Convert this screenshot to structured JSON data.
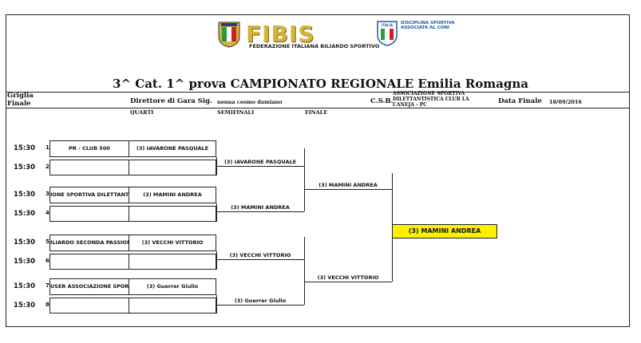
{
  "header": {
    "fibis_logo_text": "FIBIS",
    "fibis_subtitle": "FEDERAZIONE ITALIANA BILIARDO SPORTIVO",
    "coni_text": "DISCIPLINA SPORTIVA ASSOCIATA AL CONI",
    "coni_badge": "ITALIA",
    "title": "3^ Cat. 1^ prova CAMPIONATO REGIONALE  Emilia Romagna"
  },
  "info": {
    "griglia_label": "Griglia",
    "finale_label": "Finale",
    "direttore_label": "Direttore di Gara Sig.",
    "direttore_value": "nenna cosmo damiano",
    "csb_label": "C.S.B.",
    "csb_value": "ASSOCIAZIONE SPORTIVA DILETTANTISTICA CLUB LA CANEJA - PC",
    "data_finale_label": "Data Finale",
    "data_finale_value": "18/09/2016"
  },
  "columns": {
    "quarti": "QUARTI",
    "semifinali": "SEMIFINALI",
    "finale": "FINALE"
  },
  "slots": [
    {
      "time": "15:30",
      "num": "1",
      "club": "PR - CLUB 500",
      "player": "(3) IAVARONE PASQUALE"
    },
    {
      "time": "15:30",
      "num": "2",
      "club": "",
      "player": ""
    },
    {
      "time": "15:30",
      "num": "3",
      "club": "IONE SPORTIVA DILETTANTI",
      "player": "(3) MAMINI ANDREA"
    },
    {
      "time": "15:30",
      "num": "4",
      "club": "",
      "player": ""
    },
    {
      "time": "15:30",
      "num": "5",
      "club": "ILIARDO SECONDA PASSIONE",
      "player": "(3) VECCHI VITTORIO"
    },
    {
      "time": "15:30",
      "num": "6",
      "club": "",
      "player": ""
    },
    {
      "time": "15:30",
      "num": "7",
      "club": "USER ASSOCIAZIONE SPORTIV",
      "player": "(3) Guerrer Giulio"
    },
    {
      "time": "15:30",
      "num": "8",
      "club": "",
      "player": ""
    }
  ],
  "semifinals": [
    "(3) IAVARONE PASQUALE",
    "(3) MAMINI ANDREA",
    "(3) VECCHI VITTORIO",
    "(3) Guerrer Giulio"
  ],
  "finals": [
    "(3) MAMINI ANDREA",
    "(3) VECCHI VITTORIO"
  ],
  "winner": "(3) MAMINI ANDREA",
  "colors": {
    "winner_bg": "#ffef00",
    "fibis_gold": "#d4b43a",
    "coni_blue": "#1b5cab"
  }
}
